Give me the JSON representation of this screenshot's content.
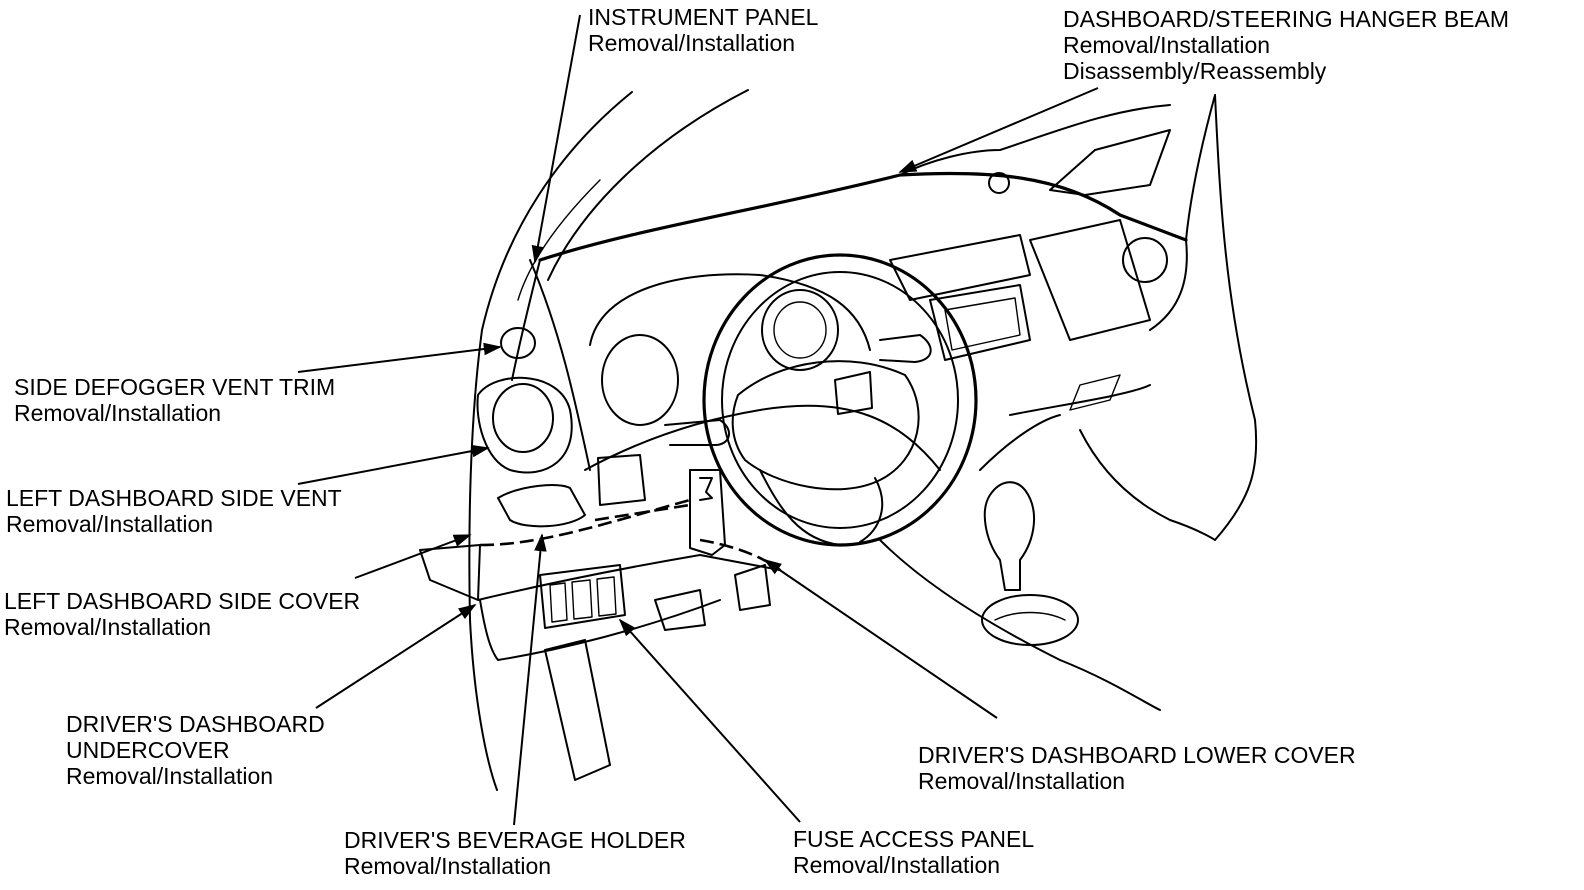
{
  "callouts": {
    "instrument_panel": {
      "title": "INSTRUMENT PANEL",
      "lines": [
        "Removal/Installation"
      ]
    },
    "hanger_beam": {
      "title": "DASHBOARD/STEERING HANGER BEAM",
      "lines": [
        "Removal/Installation",
        "Disassembly/Reassembly"
      ]
    },
    "side_defogger": {
      "title": "SIDE DEFOGGER VENT TRIM",
      "lines": [
        "Removal/Installation"
      ]
    },
    "left_side_vent": {
      "title": "LEFT DASHBOARD SIDE VENT",
      "lines": [
        "Removal/Installation"
      ]
    },
    "left_side_cover": {
      "title": "LEFT DASHBOARD SIDE COVER",
      "lines": [
        "Removal/Installation"
      ]
    },
    "undercover": {
      "title": "DRIVER'S DASHBOARD",
      "title2": "UNDERCOVER",
      "lines": [
        "Removal/Installation"
      ]
    },
    "beverage_holder": {
      "title": "DRIVER'S BEVERAGE HOLDER",
      "lines": [
        "Removal/Installation"
      ]
    },
    "fuse_panel": {
      "title": "FUSE ACCESS PANEL",
      "lines": [
        "Removal/Installation"
      ]
    },
    "lower_cover": {
      "title": "DRIVER'S DASHBOARD LOWER COVER",
      "lines": [
        "Removal/Installation"
      ]
    }
  }
}
